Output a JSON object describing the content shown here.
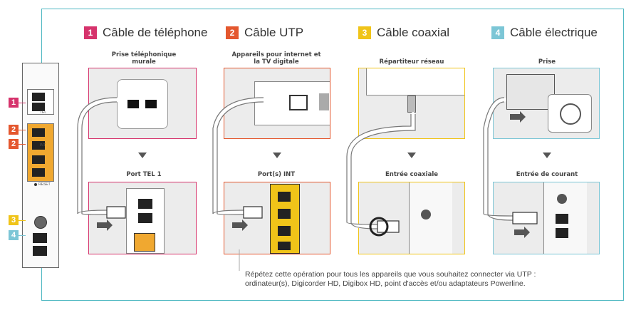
{
  "sections": [
    {
      "num": "1",
      "title": "Câble de téléphone",
      "color": "#d6336c",
      "top_caption": "Prise téléphonique murale",
      "bottom_caption": "Port TEL 1"
    },
    {
      "num": "2",
      "title": "Câble UTP",
      "color": "#e4572e",
      "top_caption": "Appareils pour internet et la TV digitale",
      "bottom_caption": "Port(s) INT"
    },
    {
      "num": "3",
      "title": "Câble coaxial",
      "color": "#f0c419",
      "top_caption": "Répartiteur réseau",
      "bottom_caption": "Entrée coaxiale"
    },
    {
      "num": "4",
      "title": "Câble électrique",
      "color": "#7cc6d6",
      "top_caption": "Prise",
      "bottom_caption": "Entrée de courant"
    }
  ],
  "device": {
    "port_labels": [
      "TEL",
      "INT"
    ],
    "reset_label": "RESET",
    "badges": [
      "1",
      "2",
      "2",
      "3",
      "4"
    ]
  },
  "note": {
    "line1": "Répétez cette opération pour tous les appareils que vous souhaitez connecter via UTP :",
    "line2": "ordinateur(s), Digicorder HD, Digibox HD, point d'accès et/ou adaptateurs Powerline."
  }
}
